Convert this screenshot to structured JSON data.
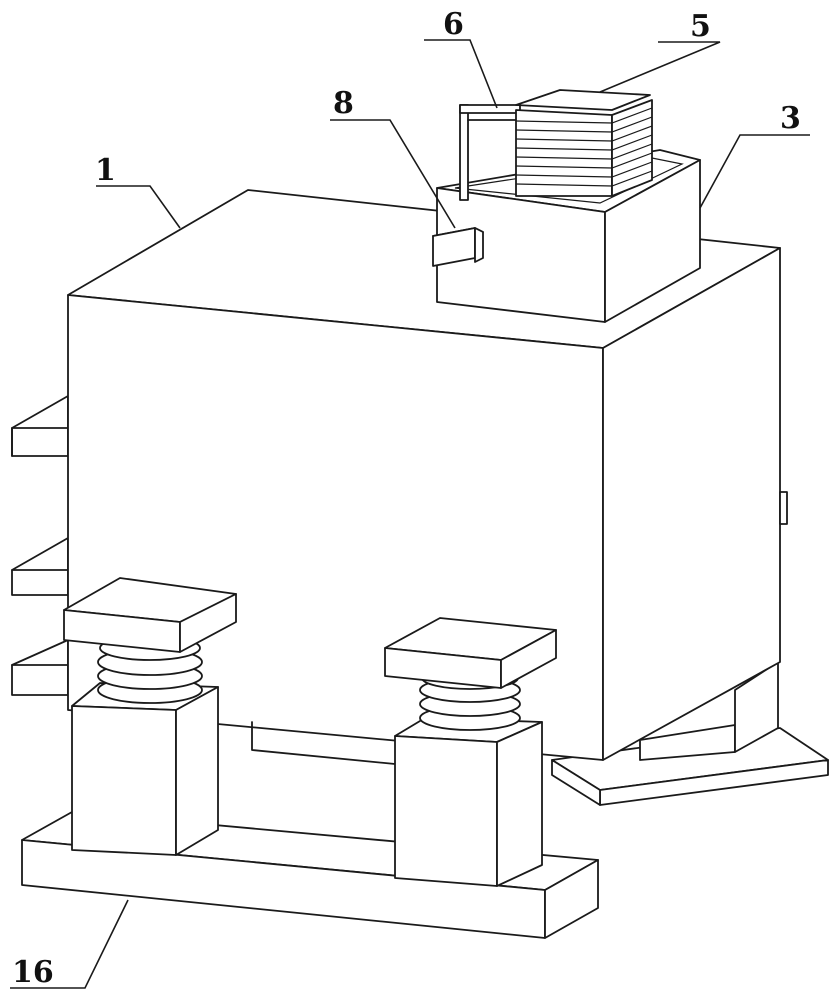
{
  "labels": {
    "part_1": "1",
    "part_3": "3",
    "part_5": "5",
    "part_6": "6",
    "part_8": "8",
    "part_16": "16"
  },
  "colors": {
    "line": "#1a1a1a",
    "background": "#ffffff"
  }
}
